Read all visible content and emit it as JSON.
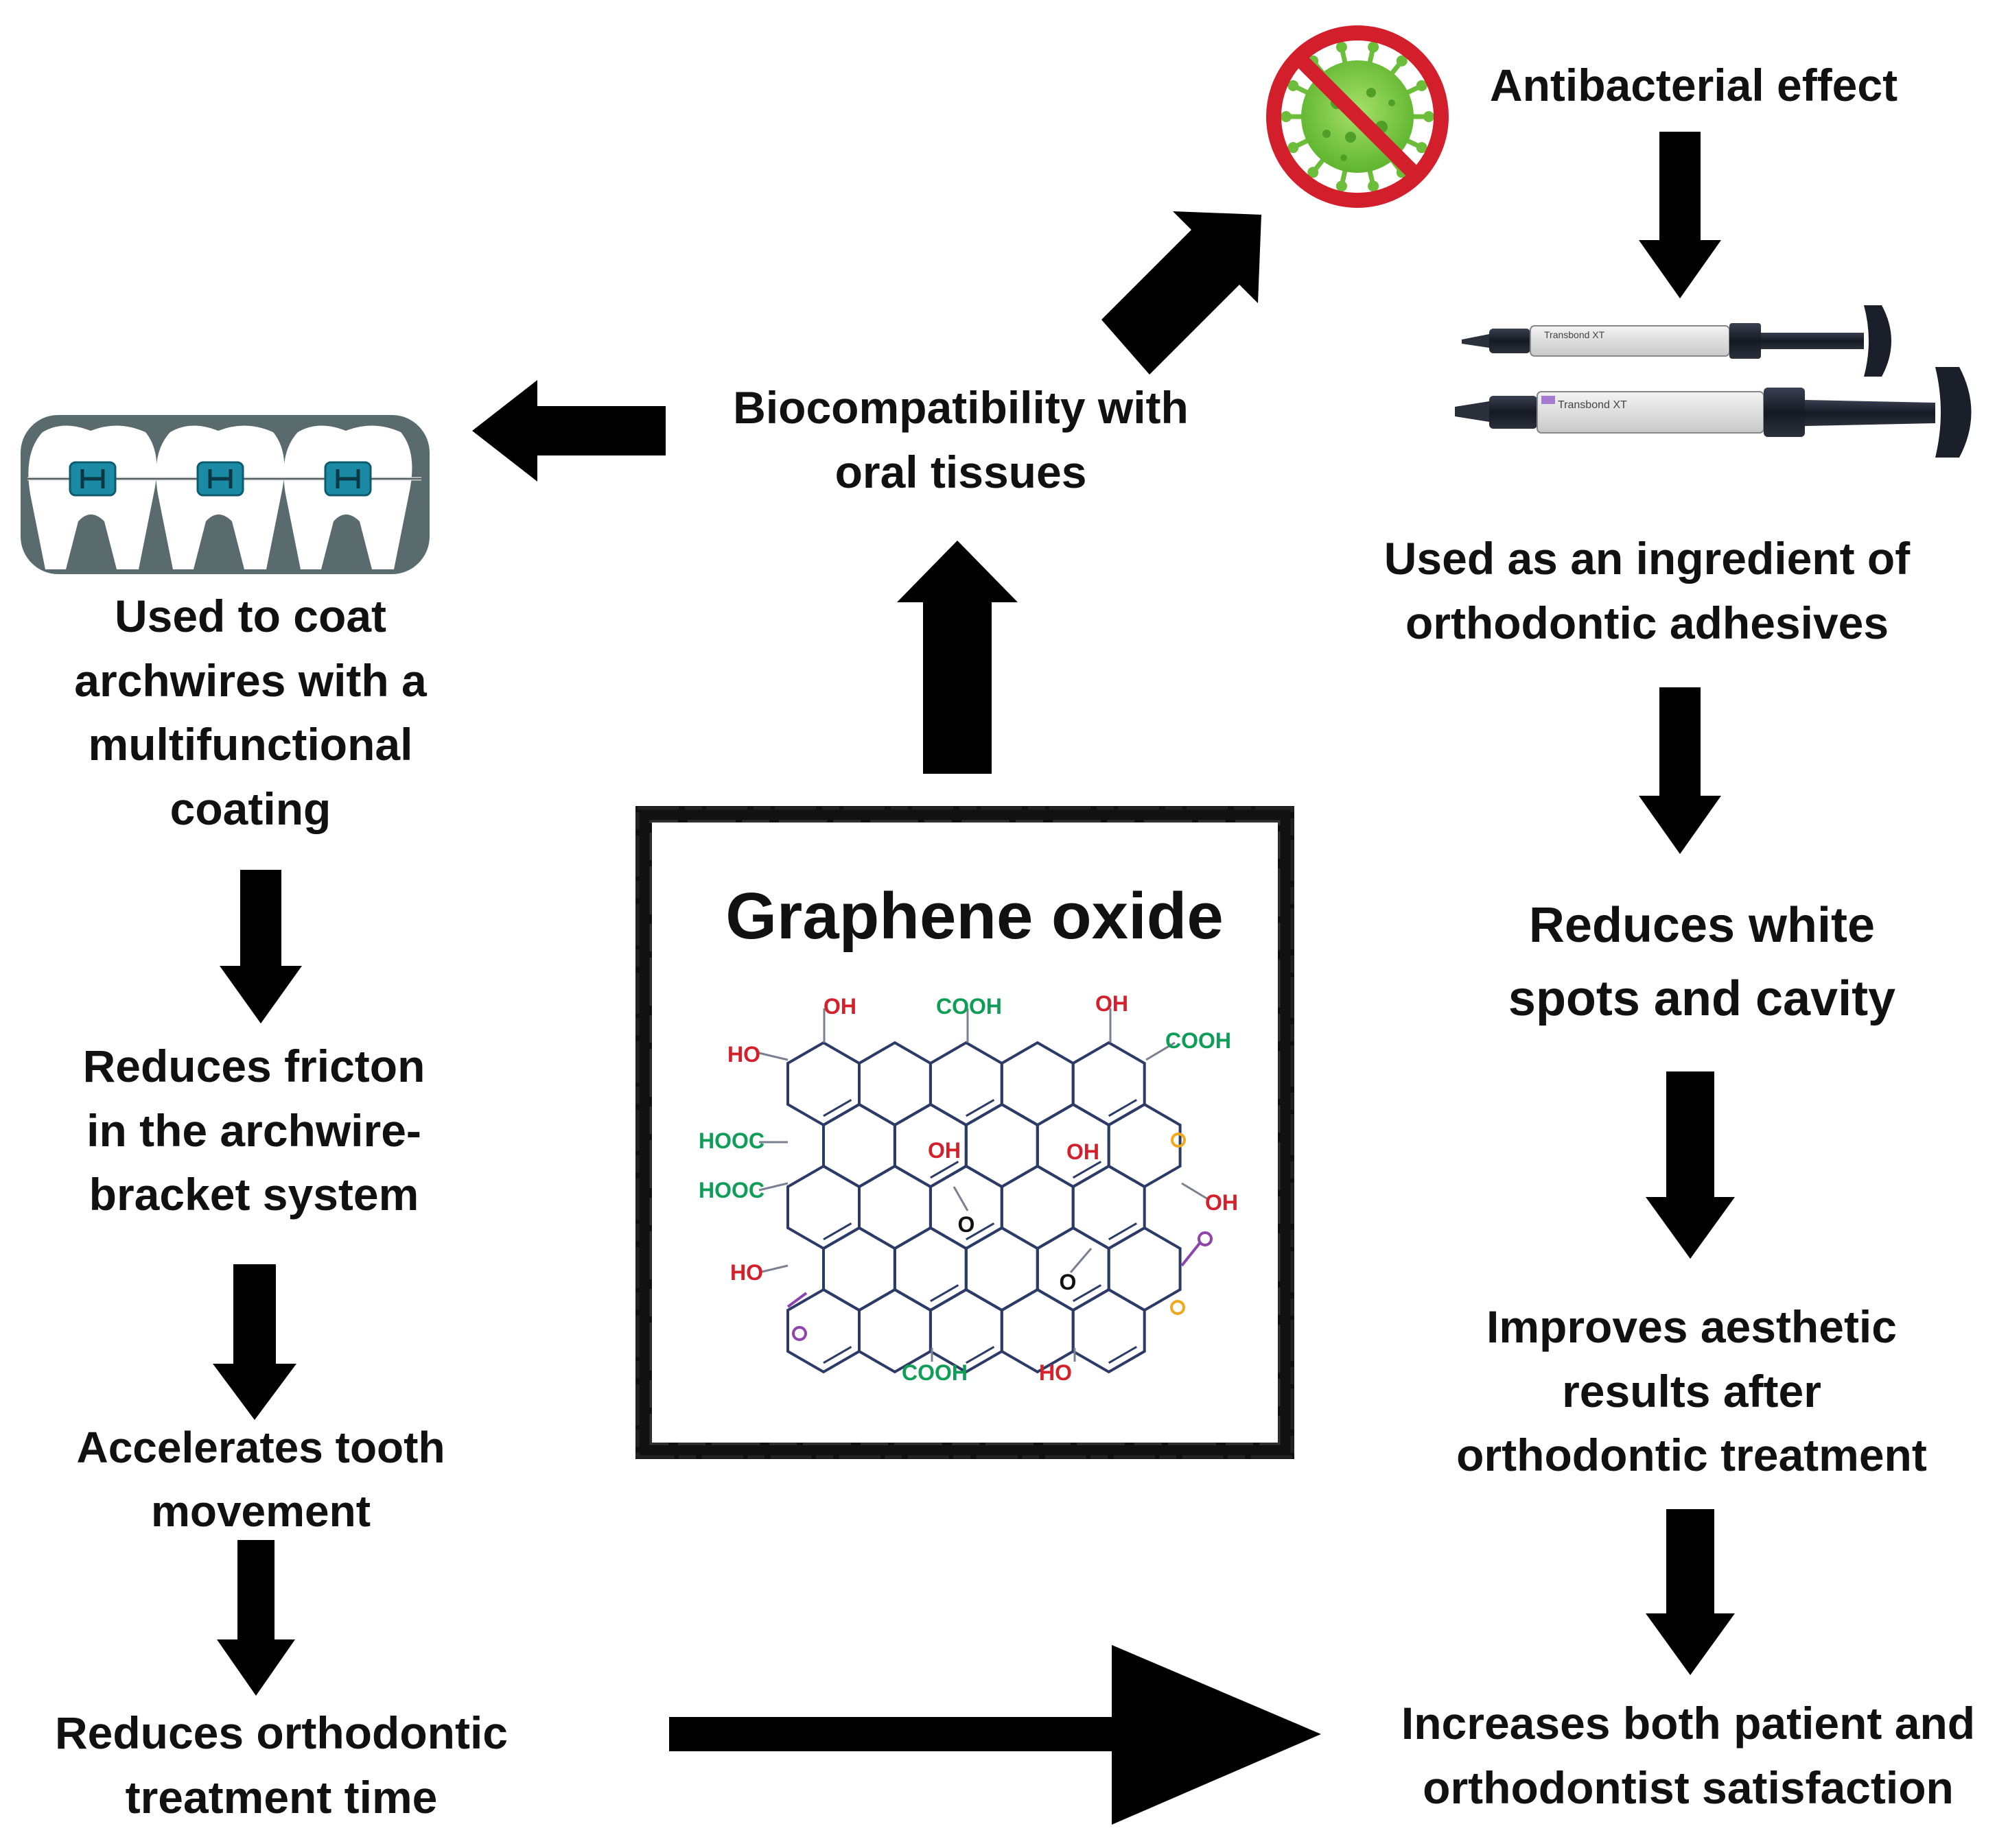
{
  "center": {
    "title": "Graphene oxide",
    "groups": [
      "OH",
      "COOH",
      "OH",
      "COOH",
      "HO",
      "HOOC",
      "HOOC",
      "OH",
      "OH",
      "OH",
      "O",
      "O",
      "HO",
      "COOH",
      "HO"
    ]
  },
  "nodes": {
    "biocompat": {
      "lines": [
        "Biocompatibility with",
        "oral tissues"
      ]
    },
    "antibacterial": {
      "lines": [
        "Antibacterial effect"
      ]
    },
    "adhesives": {
      "lines": [
        "Used as an ingredient of",
        "orthodontic adhesives"
      ]
    },
    "white_spots": {
      "lines": [
        "Reduces white",
        "spots and cavity"
      ]
    },
    "aesthetic": {
      "lines": [
        "Improves aesthetic",
        "results after",
        "orthodontic treatment"
      ]
    },
    "satisfaction": {
      "lines": [
        "Increases both patient and",
        "orthodontist satisfaction"
      ]
    },
    "coat": {
      "lines": [
        "Used to coat",
        "archwires with a",
        "multifunctional",
        "coating"
      ]
    },
    "friction": {
      "lines": [
        "Reduces fricton",
        "in the archwire-",
        "bracket system"
      ]
    },
    "tooth_movement": {
      "lines": [
        "Accelerates tooth",
        "movement"
      ]
    },
    "treatment_time": {
      "lines": [
        "Reduces orthodontic",
        "treatment time"
      ]
    }
  },
  "images": {
    "syringe_labels": [
      "Transbond XT",
      "Transbond XT"
    ]
  },
  "colors": {
    "arrow": "#000000",
    "text": "#111111",
    "group_red": "#d3202a",
    "group_green": "#0f9d58",
    "group_orange": "#f2a81d",
    "group_purple": "#8e44ad",
    "ring_blue": "#2b3a67",
    "prohibit_red": "#d31f2b",
    "virus_green": "#7ac943",
    "teeth_bg": "#5a6b6e",
    "bracket": "#1b8aa5",
    "syringe": "#1b1f2a"
  }
}
